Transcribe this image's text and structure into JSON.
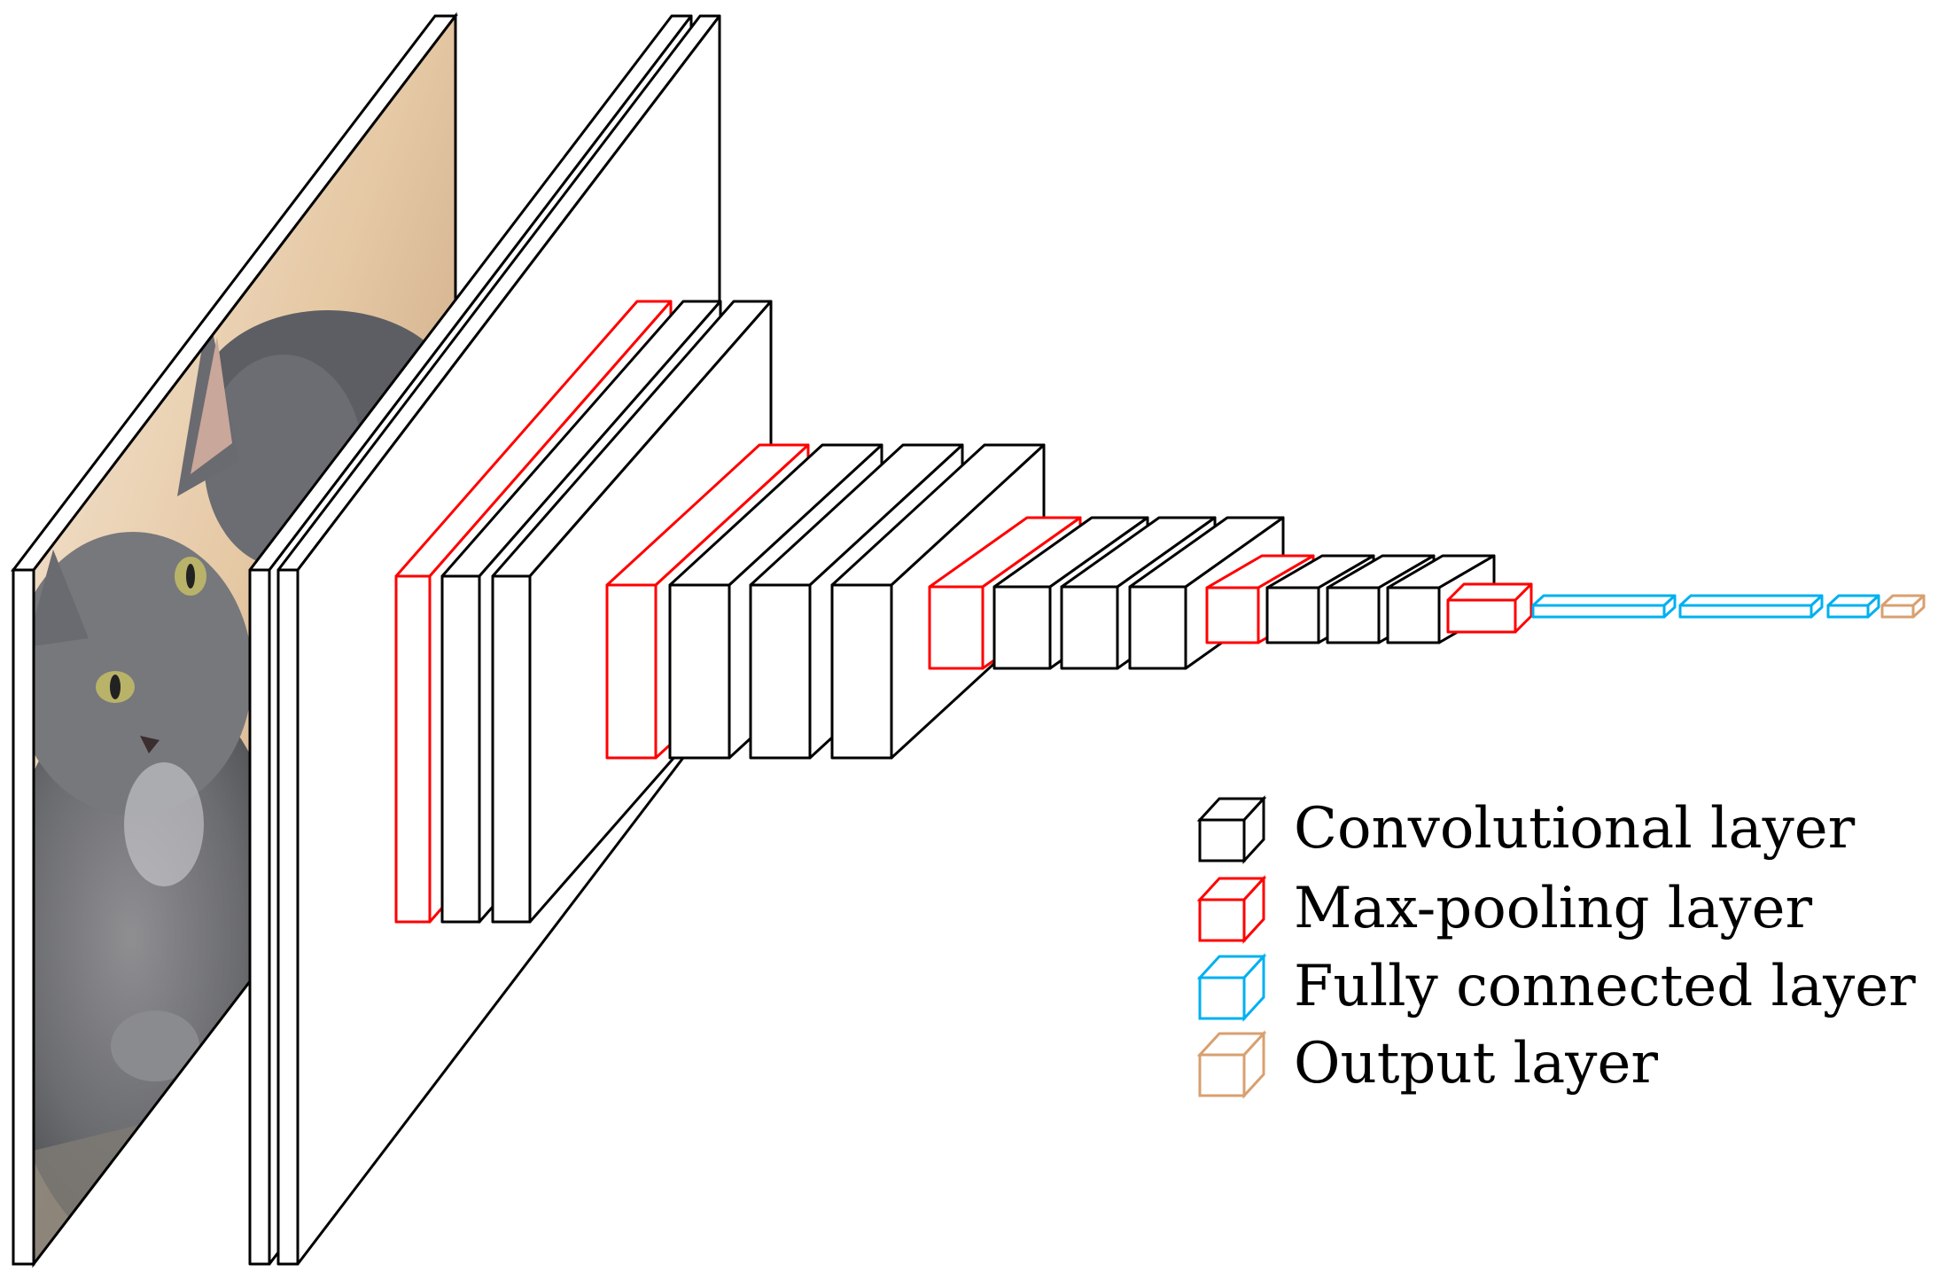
{
  "colors": {
    "conv": "#000000",
    "pool": "#ff0000",
    "fc": "#00b0f0",
    "output": "#d8a070"
  },
  "input_image": "cat",
  "layers": [
    {
      "type": "conv"
    },
    {
      "type": "conv"
    },
    {
      "type": "pool"
    },
    {
      "type": "conv"
    },
    {
      "type": "conv"
    },
    {
      "type": "pool"
    },
    {
      "type": "conv"
    },
    {
      "type": "conv"
    },
    {
      "type": "conv"
    },
    {
      "type": "pool"
    },
    {
      "type": "conv"
    },
    {
      "type": "conv"
    },
    {
      "type": "conv"
    },
    {
      "type": "pool"
    },
    {
      "type": "conv"
    },
    {
      "type": "conv"
    },
    {
      "type": "conv"
    },
    {
      "type": "pool"
    },
    {
      "type": "fc"
    },
    {
      "type": "fc"
    },
    {
      "type": "fc"
    },
    {
      "type": "output"
    }
  ],
  "legend": [
    {
      "type": "conv",
      "label": "Convolutional layer"
    },
    {
      "type": "pool",
      "label": "Max-pooling layer"
    },
    {
      "type": "fc",
      "label": "Fully connected layer"
    },
    {
      "type": "output",
      "label": "Output layer"
    }
  ]
}
